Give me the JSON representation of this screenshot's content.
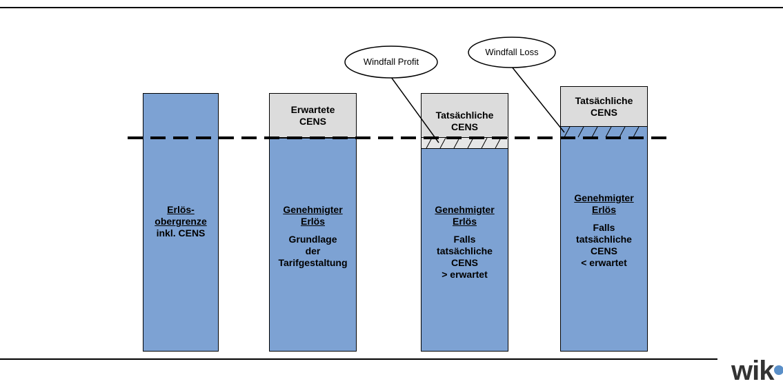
{
  "bars": [
    {
      "id": "erloesobergrenze",
      "main_lines_underlined": [
        "Erlös-",
        "obergrenze"
      ],
      "main_lines": [
        "inkl. CENS"
      ]
    },
    {
      "id": "genehmigter-erloes-grundlage",
      "top_box_lines": [
        "Erwartete",
        "CENS"
      ],
      "main_lines_underlined": [
        "Genehmigter",
        "Erlös"
      ],
      "main_lines": [
        "Grundlage",
        "der",
        "Tarifgestaltung"
      ]
    },
    {
      "id": "genehmigter-erloes-profit",
      "top_box_lines": [
        "Tatsächliche",
        "CENS"
      ],
      "main_lines_underlined": [
        "Genehmigter",
        "Erlös"
      ],
      "main_lines": [
        "Falls",
        "tatsächliche",
        "CENS",
        "> erwartet"
      ]
    },
    {
      "id": "genehmigter-erloes-loss",
      "top_box_lines": [
        "Tatsächliche",
        "CENS"
      ],
      "main_lines_underlined": [
        "Genehmigter",
        "Erlös"
      ],
      "main_lines": [
        "Falls",
        "tatsächliche",
        "CENS",
        "< erwartet"
      ]
    }
  ],
  "callouts": {
    "profit": "Windfall Profit",
    "loss": "Windfall Loss"
  },
  "logo_text": "wik",
  "colors": {
    "bar_blue": "#7da2d3",
    "box_grey": "#dcdcdc"
  }
}
